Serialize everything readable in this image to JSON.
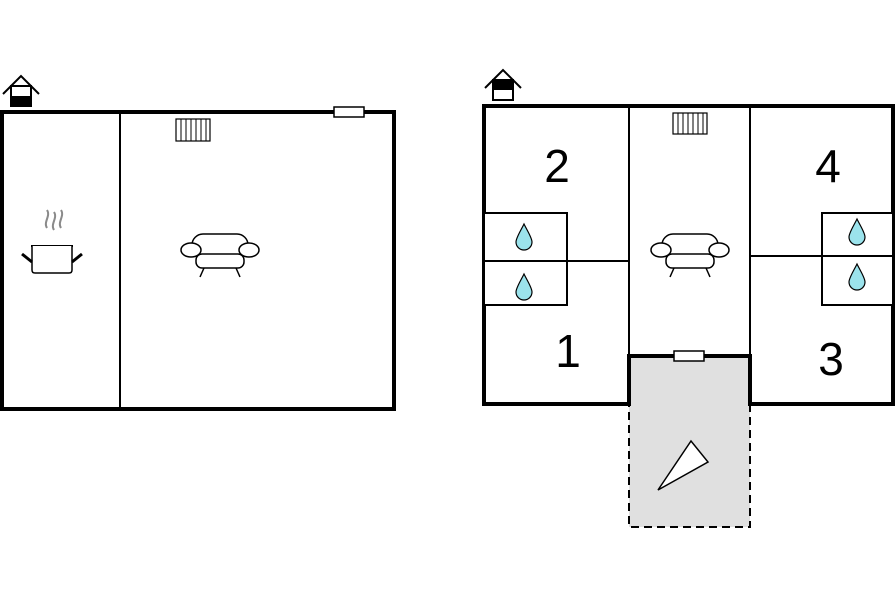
{
  "colors": {
    "wall": "#000000",
    "terrace_fill": "#e0e0e0",
    "water_drop": "#9be3ec",
    "steam": "#8a8a8a"
  },
  "left_plan": {
    "icons": [
      "floor-indicator-icon",
      "radiator-icon",
      "window-icon",
      "kitchen-pot-icon",
      "sofa-icon"
    ]
  },
  "right_plan": {
    "icons": [
      "floor-indicator-icon",
      "radiator-icon",
      "window-icon",
      "sofa-icon",
      "water-drop-icon",
      "sun-terrace-icon"
    ],
    "rooms": [
      {
        "label": "2"
      },
      {
        "label": "1"
      },
      {
        "label": "4"
      },
      {
        "label": "3"
      }
    ]
  }
}
